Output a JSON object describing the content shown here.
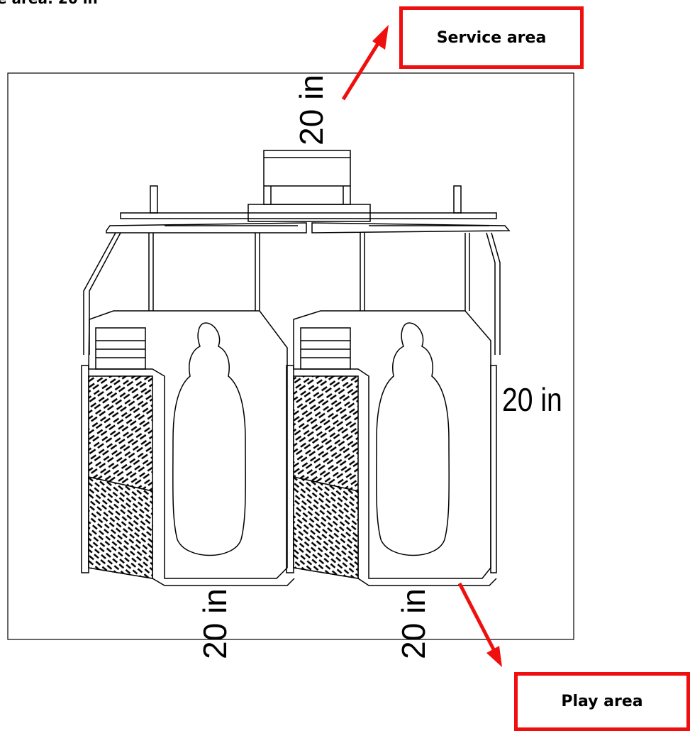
{
  "header": {
    "text": "e area: 20 in"
  },
  "callouts": {
    "service": "Service area",
    "play": "Play area"
  },
  "dimensions": {
    "top": "20 in",
    "right": "20 in",
    "bottom_left": "20 in",
    "bottom_right": "20 in"
  },
  "colors": {
    "callout_border": "#f00f0f",
    "arrow": "#f00f0f",
    "line": "#000000"
  }
}
